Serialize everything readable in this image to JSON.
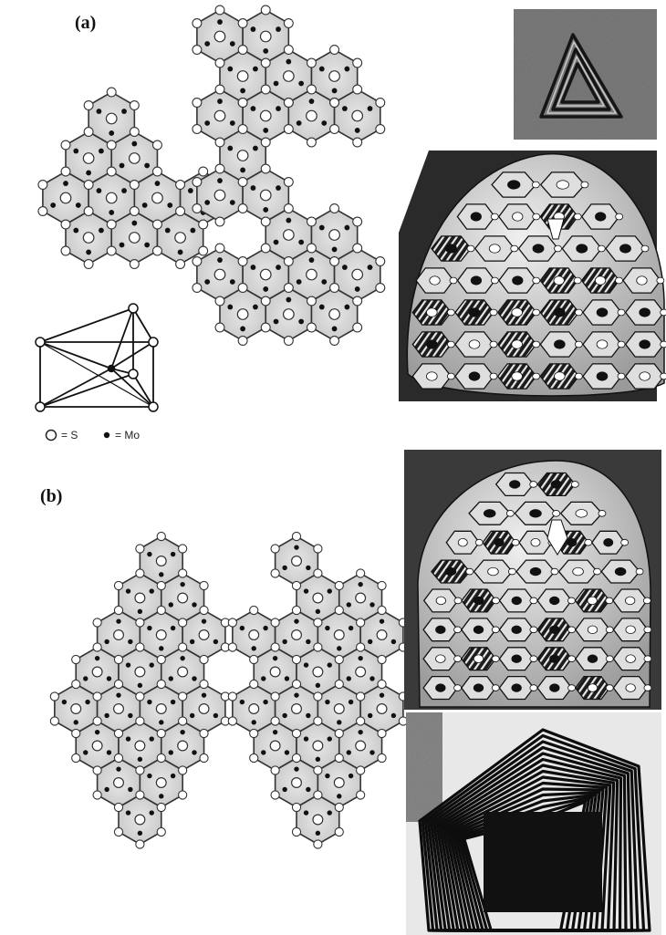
{
  "panels": [
    {
      "label": "(a)",
      "legend": [
        {
          "symbol": "open-circle",
          "text": "= S"
        },
        {
          "symbol": "filled-dot",
          "text": "= Mo"
        }
      ]
    },
    {
      "label": "(b)"
    }
  ],
  "colors": {
    "hex_fill": "#d3d3d3",
    "outline": "#333333",
    "photo_bg": "#3a3a3a",
    "dome_tile": "#dedede"
  }
}
